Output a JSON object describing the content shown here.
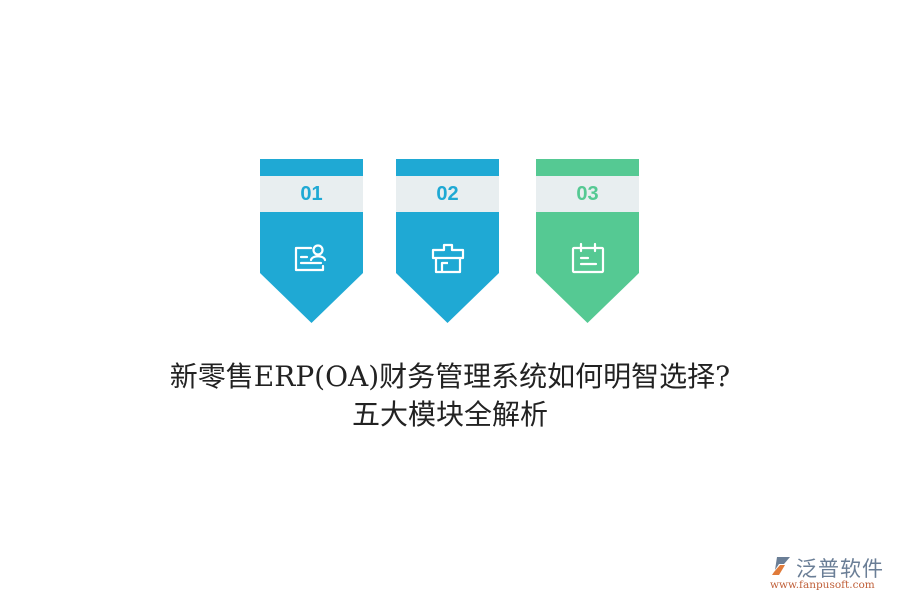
{
  "banners": [
    {
      "number": "01",
      "icon": "id-card-icon",
      "color": "#1fa9d4",
      "number_color": "#1fa9d4"
    },
    {
      "number": "02",
      "icon": "shop-icon",
      "color": "#1fa9d4",
      "number_color": "#1fa9d4"
    },
    {
      "number": "03",
      "icon": "calendar-icon",
      "color": "#55c993",
      "number_color": "#55c993"
    }
  ],
  "title": {
    "line1": "新零售ERP(OA)财务管理系统如何明智选择?",
    "line2": "五大模块全解析"
  },
  "logo": {
    "brand": "泛普软件",
    "url": "www.fanpusoft.com"
  }
}
